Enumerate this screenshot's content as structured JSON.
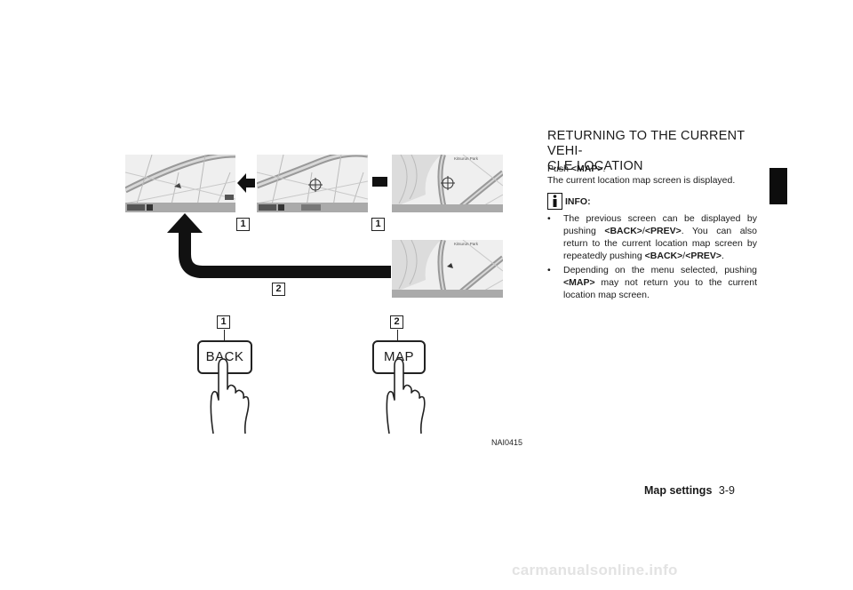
{
  "figure": {
    "badge_back": "1",
    "badge_map": "2",
    "button_back_label": "BACK",
    "button_map_label": "MAP",
    "map_labels": {
      "park_top": "Kitsurun Park",
      "park_bottom": "Kitsurun Park"
    },
    "figure_code": "NAI0415"
  },
  "section": {
    "heading": "RETURNING TO THE CURRENT VEHI-\nCLE LOCATION",
    "push_prefix": "Push ",
    "push_code": "<MAP>",
    "push_suffix": ".",
    "line2": "The current location map screen is displayed.",
    "info_label": "INFO:",
    "bullet1_a": "The previous screen can be displayed by pushing ",
    "bullet1_code1": "<BACK>",
    "bullet1_sep1": "/",
    "bullet1_code2": "<PREV>",
    "bullet1_b": ". You can also return to the current location map screen by repeatedly pushing ",
    "bullet1_code3": "<BACK>",
    "bullet1_sep2": "/",
    "bullet1_code4": "<PREV>",
    "bullet1_c": ".",
    "bullet2_a": "Depending on the menu selected, pushing ",
    "bullet2_code": "<MAP>",
    "bullet2_b": " may not return you to the current location map screen."
  },
  "footer": {
    "section_name": "Map settings",
    "page_number": "3-9"
  },
  "watermark": "carmanualsonline.info"
}
